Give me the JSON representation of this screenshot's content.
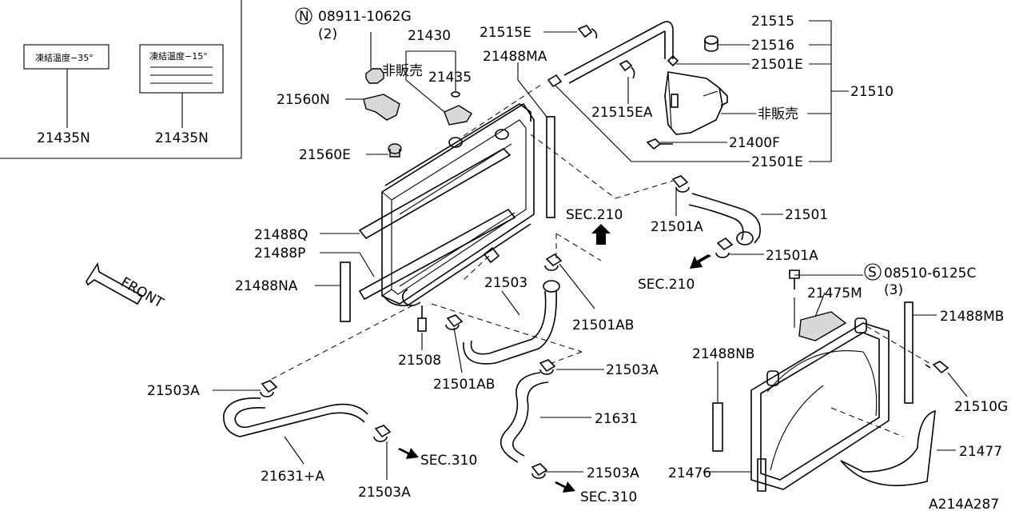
{
  "inset": {
    "tag_left": "凍結温度−35°",
    "tag_right": "凍結温度−15°",
    "label_left": "21435N",
    "label_right": "21435N"
  },
  "labels": {
    "p08911": "08911-1062G",
    "p08911_qty": "(2)",
    "p21430": "21430",
    "not_sold_1": "非販売",
    "p21435": "21435",
    "p21560N": "21560N",
    "p21560E": "21560E",
    "p21515E": "21515E",
    "p21488MA": "21488MA",
    "p21515EA": "21515EA",
    "p21515": "21515",
    "p21516": "21516",
    "p21501E_top": "21501E",
    "p21510": "21510",
    "not_sold_2": "非販売",
    "p21400F": "21400F",
    "p21501E_bottom": "21501E",
    "sec210_up": "SEC.210",
    "p21501A_1": "21501A",
    "p21501": "21501",
    "p21501A_2": "21501A",
    "sec210_right": "SEC.210",
    "p21488Q": "21488Q",
    "p21488P": "21488P",
    "p21488NA": "21488NA",
    "front": "FRONT",
    "p21503": "21503",
    "p21501AB_right": "21501AB",
    "p21508": "21508",
    "p21501AB_left": "21501AB",
    "p21503A_left": "21503A",
    "p21503A_mid": "21503A",
    "p21631": "21631",
    "p21631A": "21631+A",
    "p21503A_bottom": "21503A",
    "sec310_left": "SEC.310",
    "p21503A_lower": "21503A",
    "sec310_right": "SEC.310",
    "p08510": "08510-6125C",
    "p08510_qty": "(3)",
    "p21475M": "21475M",
    "p21488MB": "21488MB",
    "p21488NB": "21488NB",
    "p21510G": "21510G",
    "p21477": "21477",
    "p21476": "21476",
    "figure_code": "A214A287"
  },
  "symbols": {
    "n_mark": "N",
    "s_mark": "S"
  }
}
